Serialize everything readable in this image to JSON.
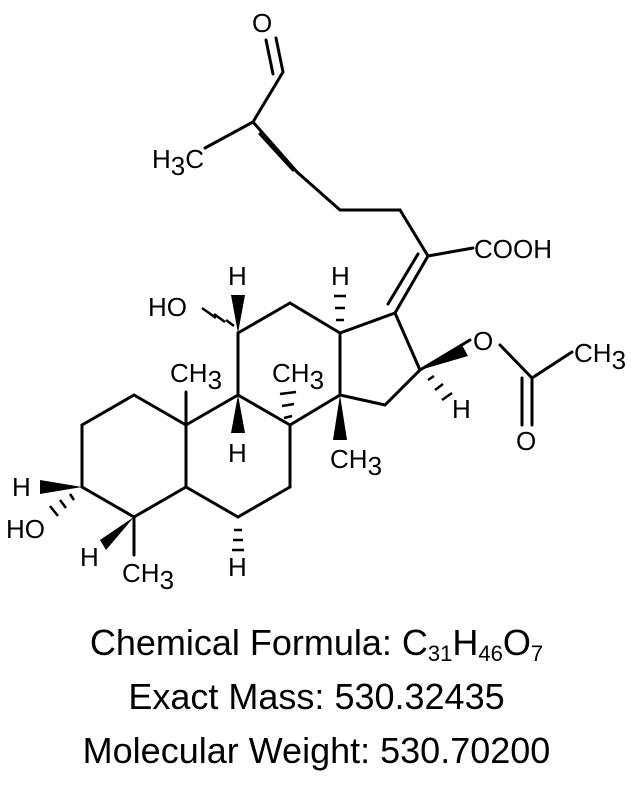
{
  "labels": {
    "o_aldehyde": "O",
    "h3c_methyl": "H",
    "h3c_sub": "3",
    "h3c_c": "C",
    "cooh": "COOH",
    "ho_upper": "HO",
    "h_top_ring_c": "H",
    "h_top_ring_d": "H",
    "o_acetoxy": "O",
    "ch3_acetyl": "CH",
    "ch3_acetyl_sub": "3",
    "ch3_c10": "CH",
    "ch3_c10_sub": "3",
    "ch3_c8": "CH",
    "ch3_c8_sub": "3",
    "h_c16": "H",
    "o_carbonyl": "O",
    "h_c9": "H",
    "ch3_c14": "CH",
    "ch3_c14_sub": "3",
    "h_c3": "H",
    "ho_lower": "HO",
    "h_c4": "H",
    "h_c5": "H",
    "ch3_c4": "CH",
    "ch3_c4_sub": "3"
  },
  "formula": {
    "label": "Chemical Formula: ",
    "c": "C",
    "c_count": "31",
    "h": "H",
    "h_count": "46",
    "o": "O",
    "o_count": "7"
  },
  "exact_mass": {
    "label": "Exact Mass: ",
    "value": "530.32435"
  },
  "molecular_weight": {
    "label": "Molecular Weight: ",
    "value": "530.70200"
  }
}
